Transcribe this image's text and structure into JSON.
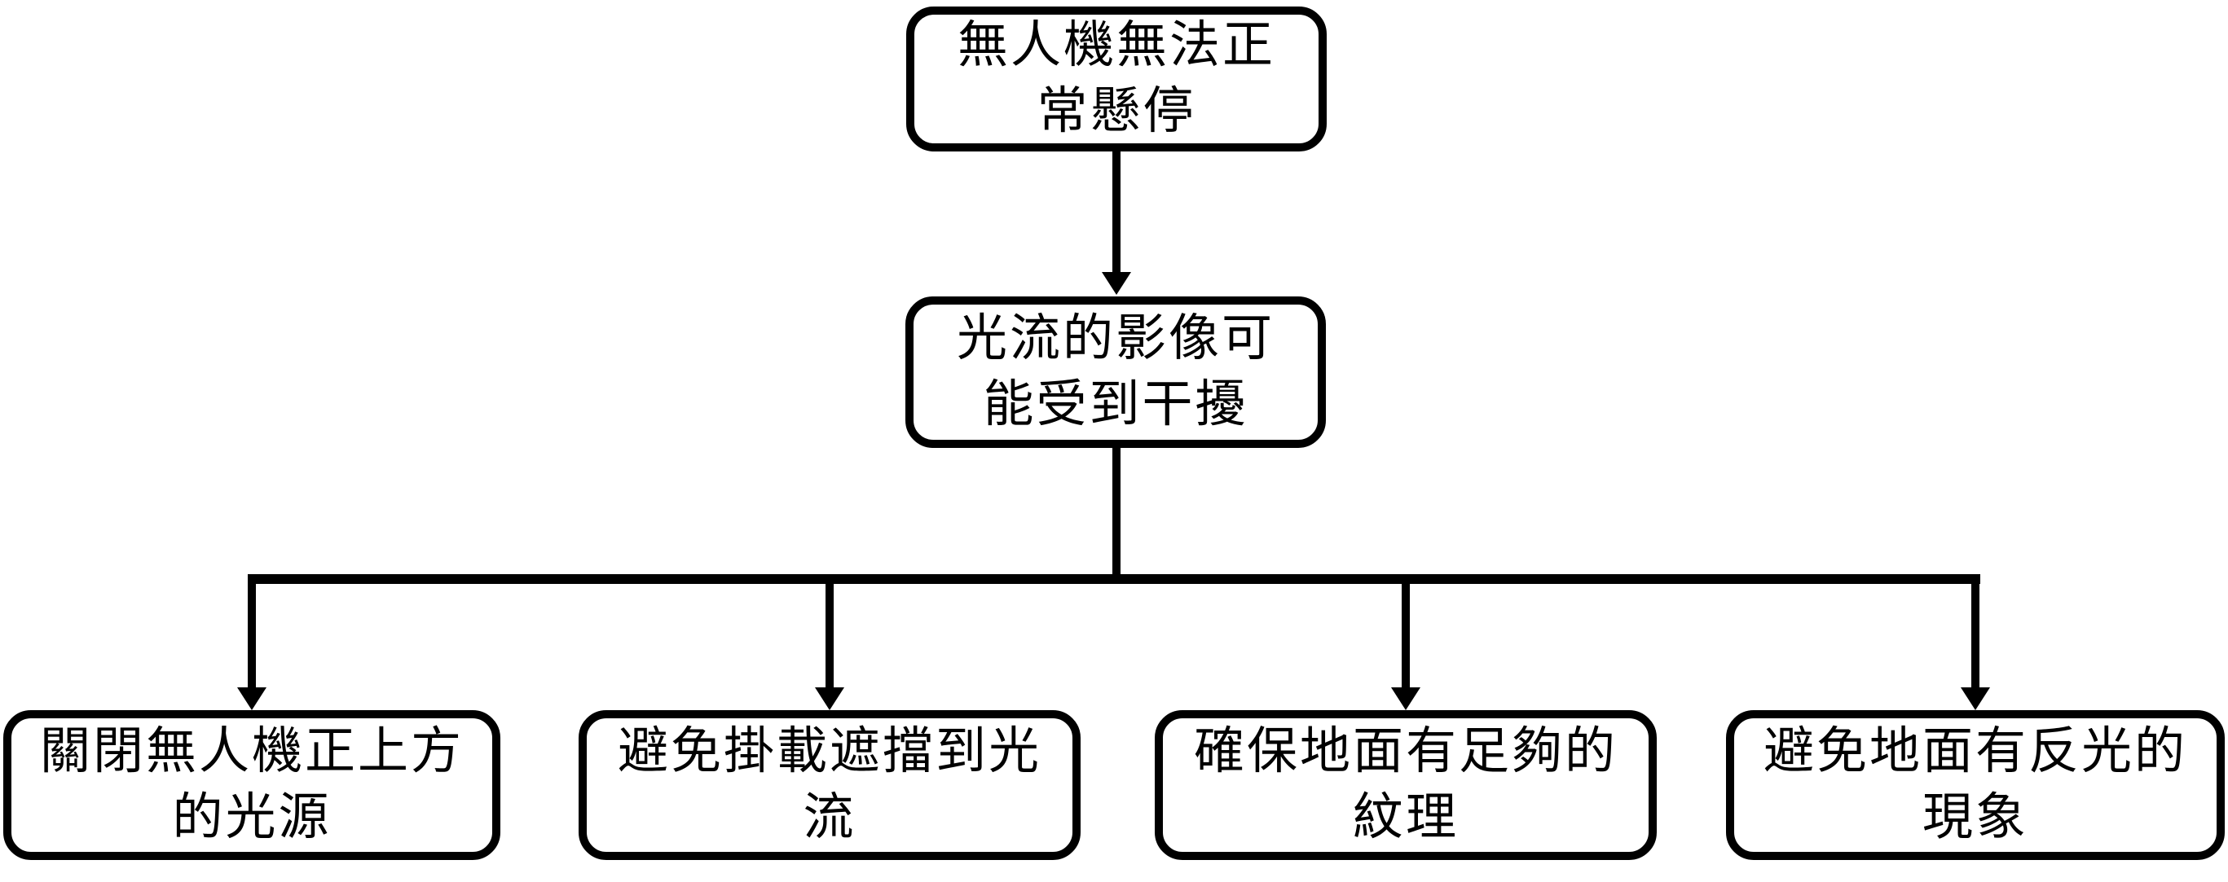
{
  "diagram": {
    "type": "flowchart",
    "direction": "top-down",
    "colors": {
      "line": "#000000",
      "box_border": "#000000",
      "box_fill": "#ffffff",
      "text": "#000000",
      "background": "#ffffff"
    },
    "nodes": {
      "problem": {
        "text": "無人機無法正常懸停",
        "lines": [
          "無人機無法正",
          "常懸停"
        ]
      },
      "cause": {
        "text": "光流的影像可能受到干擾",
        "lines": [
          "光流的影像可",
          "能受到干擾"
        ]
      },
      "solutions": [
        {
          "text": "關閉無人機正上方的光源",
          "lines": [
            "關閉無人機正上方",
            "的光源"
          ]
        },
        {
          "text": "避免掛載遮擋到光流",
          "lines": [
            "避免掛載遮擋到光",
            "流"
          ]
        },
        {
          "text": "確保地面有足夠的紋理",
          "lines": [
            "確保地面有足夠的",
            "紋理"
          ]
        },
        {
          "text": "避免地面有反光的現象",
          "lines": [
            "避免地面有反光的",
            "現象"
          ]
        }
      ]
    },
    "edges": [
      {
        "from": "problem",
        "to": "cause"
      },
      {
        "from": "cause",
        "to": "solutions.0"
      },
      {
        "from": "cause",
        "to": "solutions.1"
      },
      {
        "from": "cause",
        "to": "solutions.2"
      },
      {
        "from": "cause",
        "to": "solutions.3"
      }
    ]
  }
}
